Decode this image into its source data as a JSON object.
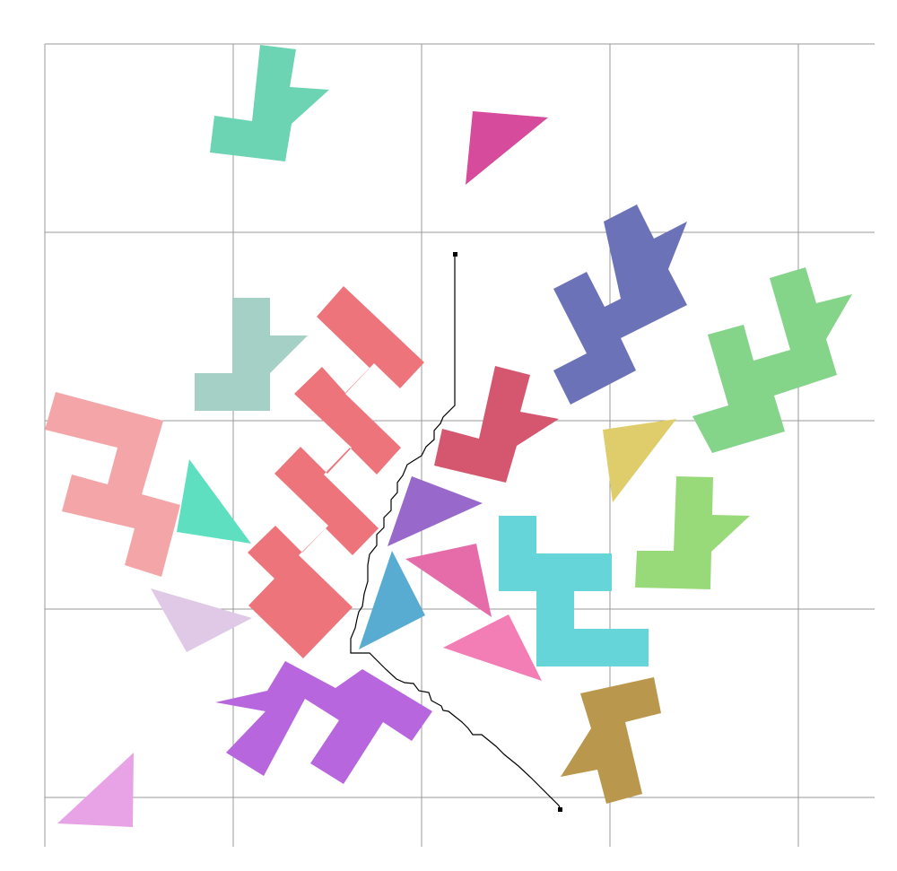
{
  "grid": {
    "color": "#9a9a9a"
  },
  "shapes": [
    {
      "name": "teal-polyomino-top",
      "kind": "polyomino",
      "color": "#6cd4b2"
    },
    {
      "name": "magenta-triangle-top",
      "kind": "triangle",
      "color": "#d64b9c"
    },
    {
      "name": "navy-polyomino",
      "kind": "polyomino",
      "color": "#6b72b8"
    },
    {
      "name": "green-polyomino-right",
      "kind": "polyomino",
      "color": "#84d48a"
    },
    {
      "name": "sage-polyomino",
      "kind": "polyomino",
      "color": "#a4d0c6"
    },
    {
      "name": "coral-polyomino-large",
      "kind": "polyomino",
      "color": "#ec747a"
    },
    {
      "name": "pink-polyomino-left",
      "kind": "polyomino",
      "color": "#f3a5a8"
    },
    {
      "name": "crimson-polyomino",
      "kind": "polyomino",
      "color": "#d5566f"
    },
    {
      "name": "yellow-triangle",
      "kind": "triangle",
      "color": "#dfcd6b"
    },
    {
      "name": "mint-triangle",
      "kind": "triangle",
      "color": "#5ee0c0"
    },
    {
      "name": "purple-triangle",
      "kind": "triangle",
      "color": "#9868cb"
    },
    {
      "name": "cyan-polyomino",
      "kind": "polyomino",
      "color": "#65d5d9"
    },
    {
      "name": "lime-polyomino",
      "kind": "polyomino",
      "color": "#98d97a"
    },
    {
      "name": "rose-triangle",
      "kind": "triangle",
      "color": "#e56ca8"
    },
    {
      "name": "lilac-triangle",
      "kind": "triangle",
      "color": "#dfc9e6"
    },
    {
      "name": "blue-triangle",
      "kind": "triangle",
      "color": "#58acd2"
    },
    {
      "name": "pink-triangle-lower",
      "kind": "triangle",
      "color": "#f27eb5"
    },
    {
      "name": "violet-polyomino",
      "kind": "polyomino",
      "color": "#b866dd"
    },
    {
      "name": "bronze-polyomino",
      "kind": "polyomino",
      "color": "#b9974d"
    },
    {
      "name": "orchid-triangle",
      "kind": "triangle",
      "color": "#e8a3e6"
    }
  ],
  "path": {
    "color": "#000000"
  }
}
